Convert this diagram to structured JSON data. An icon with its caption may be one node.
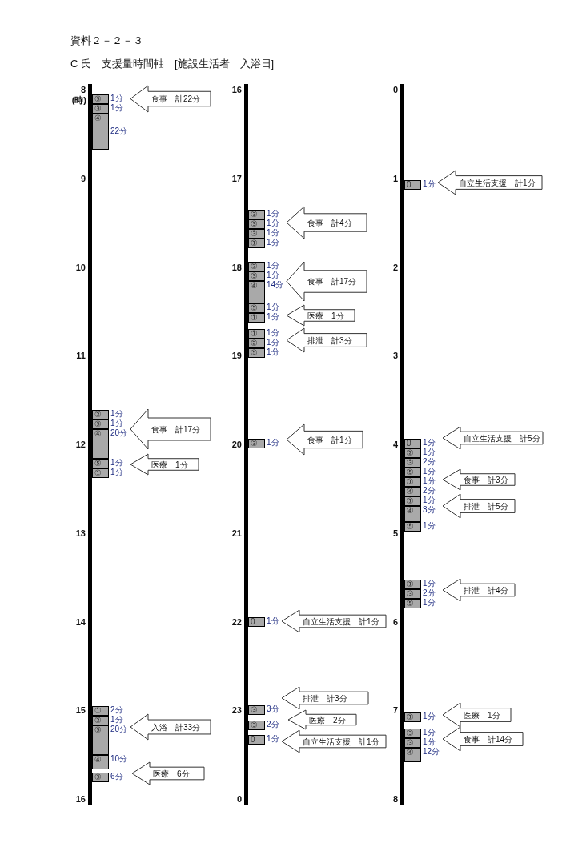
{
  "diagram": {
    "title": "資料２－２－３",
    "caption": "C 氏　支援量時間軸　[施設生活者　入浴日]",
    "nodes": [
      {
        "text": [
          "③"
        ],
        "beside": [
          "1分"
        ]
      },
      {
        "text": [
          "③"
        ],
        "beside": [
          "1分"
        ]
      },
      {
        "text": [
          "④"
        ],
        "beside": [
          "22分"
        ]
      },
      {
        "text": [
          "食事　計22分"
        ]
      },
      {
        "text": [
          "②"
        ],
        "beside": [
          "1分"
        ]
      },
      {
        "text": [
          "③"
        ],
        "beside": [
          "1分"
        ]
      },
      {
        "text": [
          "④"
        ],
        "beside": [
          "20分"
        ]
      },
      {
        "text": [
          "⑤"
        ],
        "beside": [
          "1分"
        ]
      },
      {
        "text": [
          "①"
        ],
        "beside": [
          "1分"
        ]
      },
      {
        "text": [
          "食事　計17分"
        ]
      },
      {
        "text": [
          "医療　1分"
        ]
      },
      {
        "text": [
          "①"
        ],
        "beside": [
          "2分"
        ]
      },
      {
        "text": [
          "②"
        ],
        "beside": [
          "1分"
        ]
      },
      {
        "text": [
          "③"
        ],
        "beside": [
          "20分"
        ]
      },
      {
        "text": [
          "④"
        ],
        "beside": [
          "10分"
        ]
      },
      {
        "text": [
          "入浴　計33分"
        ]
      },
      {
        "text": [
          "③"
        ],
        "beside": [
          "6分"
        ]
      },
      {
        "text": [
          "医療　6分"
        ]
      },
      {
        "text": [
          "③"
        ],
        "beside": [
          "1分"
        ]
      },
      {
        "text": [
          "③"
        ],
        "beside": [
          "1分"
        ]
      },
      {
        "text": [
          "③"
        ],
        "beside": [
          "1分"
        ]
      },
      {
        "text": [
          "①"
        ],
        "beside": [
          "1分"
        ]
      },
      {
        "text": [
          "食事　計4分"
        ]
      },
      {
        "text": [
          "②"
        ],
        "beside": [
          "1分"
        ]
      },
      {
        "text": [
          "③"
        ],
        "beside": [
          "1分"
        ]
      },
      {
        "text": [
          "④"
        ],
        "beside": [
          "14分"
        ]
      },
      {
        "text": [
          "⑤"
        ],
        "beside": [
          "1分"
        ]
      },
      {
        "text": [
          "食事　計17分"
        ]
      },
      {
        "text": [
          "①"
        ],
        "beside": [
          "1分"
        ]
      },
      {
        "text": [
          "医療　1分"
        ]
      },
      {
        "text": [
          "①"
        ],
        "beside": [
          "1分"
        ]
      },
      {
        "text": [
          "②"
        ],
        "beside": [
          "1分"
        ]
      },
      {
        "text": [
          "⑤"
        ],
        "beside": [
          "1分"
        ]
      },
      {
        "text": [
          "排泄　計3分"
        ]
      },
      {
        "text": [
          "③"
        ],
        "beside": [
          "1分"
        ]
      },
      {
        "text": [
          "食事　計1分"
        ]
      },
      {
        "text": [
          "0"
        ],
        "beside": [
          "1分"
        ]
      },
      {
        "text": [
          "自立生活支援　計1分"
        ]
      },
      {
        "text": [
          "③"
        ],
        "beside": [
          "3分"
        ]
      },
      {
        "text": [
          "排泄　計3分"
        ]
      },
      {
        "text": [
          "③"
        ],
        "beside": [
          "2分"
        ]
      },
      {
        "text": [
          "医療　2分"
        ]
      },
      {
        "text": [
          "0"
        ],
        "beside": [
          "1分"
        ]
      },
      {
        "text": [
          "自立生活支援　計1分"
        ]
      },
      {
        "text": [
          "0"
        ],
        "beside": [
          "1分"
        ]
      },
      {
        "text": [
          "自立生活支援　計1分"
        ]
      },
      {
        "text": [
          "0"
        ],
        "beside": [
          "1分"
        ]
      },
      {
        "text": [
          "②"
        ],
        "beside": [
          "1分"
        ]
      },
      {
        "text": [
          "③"
        ],
        "beside": [
          "2分"
        ]
      },
      {
        "text": [
          "⑤"
        ],
        "beside": [
          "1分"
        ]
      },
      {
        "text": [
          "自立生活支援　計5分"
        ]
      },
      {
        "text": [
          "①"
        ],
        "beside": [
          "1分"
        ]
      },
      {
        "text": [
          "④"
        ],
        "beside": [
          "2分"
        ]
      },
      {
        "text": [
          "食事　計3分"
        ]
      },
      {
        "text": [
          "①"
        ],
        "beside": [
          "1分"
        ]
      },
      {
        "text": [
          "④"
        ],
        "beside": [
          "3分"
        ]
      },
      {
        "text": [
          "⑤"
        ],
        "beside": [
          "1分"
        ]
      },
      {
        "text": [
          "排泄　計5分"
        ]
      },
      {
        "text": [
          "①"
        ],
        "beside": [
          "1分"
        ]
      },
      {
        "text": [
          "③"
        ],
        "beside": [
          "2分"
        ]
      },
      {
        "text": [
          "⑤"
        ],
        "beside": [
          "1分"
        ]
      },
      {
        "text": [
          "排泄　計4分"
        ]
      },
      {
        "text": [
          "①"
        ],
        "beside": [
          "1分"
        ]
      },
      {
        "text": [
          "医療　1分"
        ]
      },
      {
        "text": [
          "③"
        ],
        "beside": [
          "1分"
        ]
      },
      {
        "text": [
          "③"
        ],
        "beside": [
          "1分"
        ]
      },
      {
        "text": [
          "④"
        ],
        "beside": [
          "12分"
        ]
      },
      {
        "text": [
          "食事　計14分"
        ]
      }
    ],
    "labels": [
      "8",
      "(時)",
      "9",
      "10",
      "11",
      "12",
      "13",
      "14",
      "15",
      "16",
      "16",
      "17",
      "18",
      "19",
      "20",
      "21",
      "22",
      "23",
      "0",
      "0",
      "1",
      "2",
      "3",
      "4",
      "5",
      "6",
      "7",
      "8"
    ]
  }
}
